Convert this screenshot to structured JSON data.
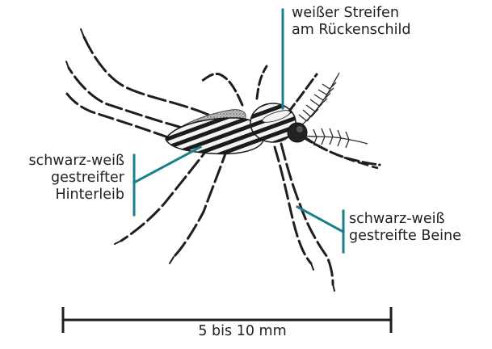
{
  "labels": {
    "stripe": {
      "line1": "weißer Streifen",
      "line2": "am Rückenschild"
    },
    "abdomen": {
      "line1": "schwarz-weiß",
      "line2": "gestreifter",
      "line3": "Hinterleib"
    },
    "legs": {
      "line1": "schwarz-weiß",
      "line2": "gestreifte Beine"
    }
  },
  "scale": {
    "text": "5 bis 10 mm"
  },
  "colors": {
    "accent": "#1a7f8c",
    "ink": "#1e1e1e",
    "background": "#ffffff"
  }
}
